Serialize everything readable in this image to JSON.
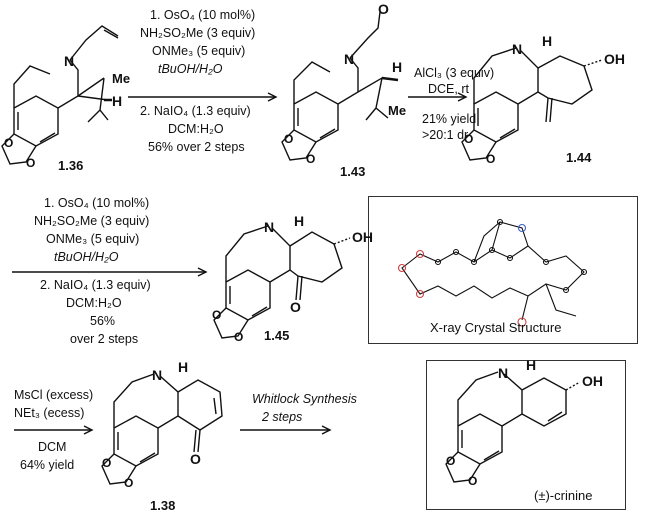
{
  "compounds": {
    "c136": "1.36",
    "c143": "1.43",
    "c144": "1.44",
    "c145": "1.45",
    "c138": "1.38",
    "crinine": "(±)-crinine"
  },
  "atoms": {
    "N": "N",
    "H": "H",
    "O": "O",
    "OH": "OH",
    "Me": "Me"
  },
  "step1": {
    "l1": "1. OsO₄ (10 mol%)",
    "l2": "NH₂SO₂Me (3 equiv)",
    "l3": "ONMe₃ (5 equiv)",
    "l4": "tBuOH/H₂O",
    "l5": "2. NaIO₄ (1.3 equiv)",
    "l6": "DCM:H₂O",
    "l7": "56% over 2 steps"
  },
  "step2": {
    "l1": "AlCl₃ (3 equiv)",
    "l2": "DCE, rt",
    "l3": "21% yield",
    "l4": ">20:1 dr"
  },
  "step3": {
    "l1": "1. OsO₄ (10 mol%)",
    "l2": "NH₂SO₂Me (3 equiv)",
    "l3": "ONMe₃ (5 equiv)",
    "l4": "tBuOH/H₂O",
    "l5": "2. NaIO₄ (1.3 equiv)",
    "l6": "DCM:H₂O",
    "l7": "56%",
    "l8": "over 2 steps"
  },
  "step4": {
    "l1": "MsCl (excess)",
    "l2": "NEt₃ (ecess)",
    "l3": "DCM",
    "l4": "64% yield"
  },
  "step5": {
    "l1": "Whitlock Synthesis",
    "l2": "2 steps"
  },
  "xray": {
    "caption": "X-ray Crystal Structure"
  },
  "colors": {
    "line": "#111111",
    "oxygen": "#d04040",
    "nitrogen": "#4060c0",
    "box": "#333333"
  }
}
